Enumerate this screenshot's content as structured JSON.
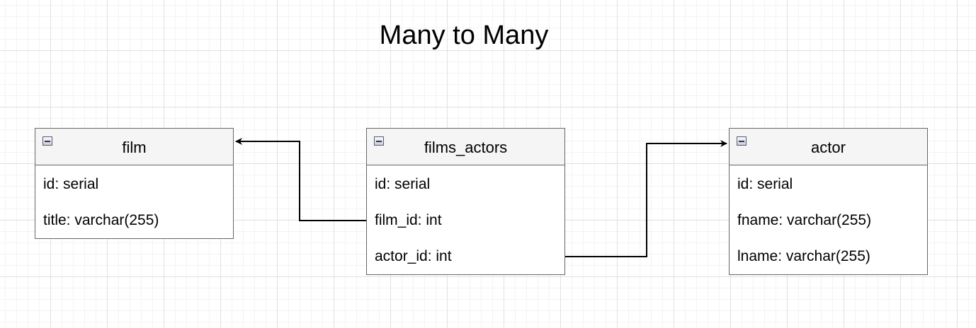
{
  "title": "Many to Many",
  "entities": {
    "film": {
      "name": "film",
      "fields": [
        "id: serial",
        "title: varchar(255)"
      ]
    },
    "films_actors": {
      "name": "films_actors",
      "fields": [
        "id: serial",
        "film_id: int",
        "actor_id: int"
      ]
    },
    "actor": {
      "name": "actor",
      "fields": [
        "id: serial",
        "fname: varchar(255)",
        "lname: varchar(255)"
      ]
    }
  },
  "relations": [
    {
      "from": "films_actors.film_id",
      "to": "film"
    },
    {
      "from": "films_actors.actor_id",
      "to": "actor"
    }
  ],
  "icons": {
    "collapse": "collapse-icon"
  }
}
